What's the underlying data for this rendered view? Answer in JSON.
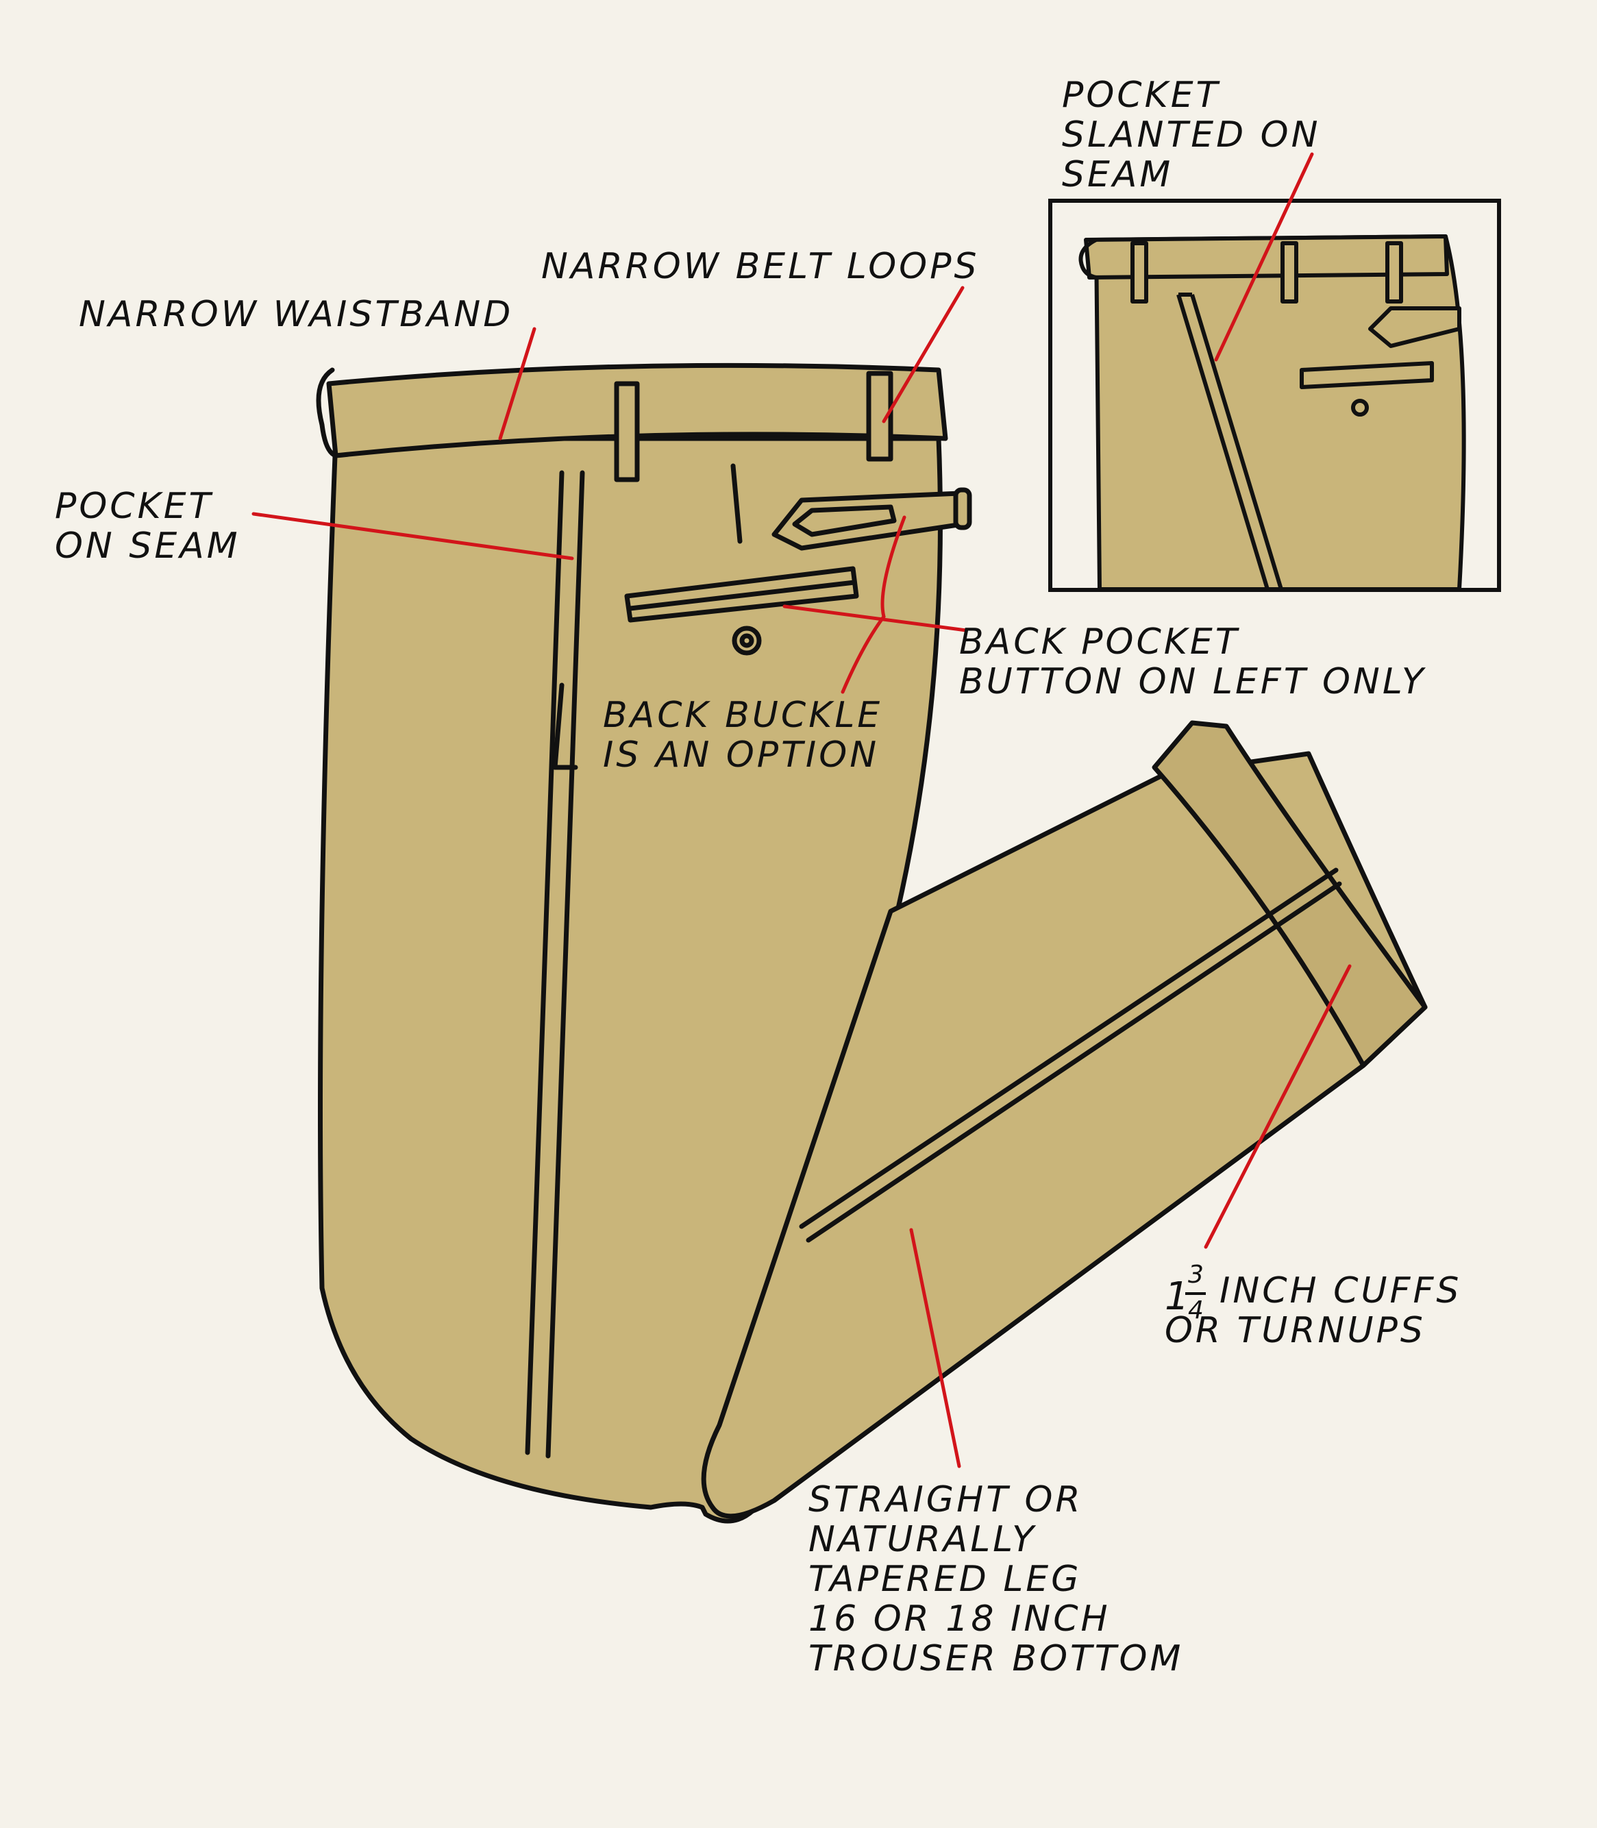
{
  "colors": {
    "paper": "#f5f2ea",
    "cloth": "#c9b57a",
    "cloth_shade": "#bfa96c",
    "ink": "#111111",
    "leader": "#d2141a"
  },
  "labels": {
    "pocket_slanted": [
      "POCKET",
      "SLANTED ON",
      "SEAM"
    ],
    "belt_loops": [
      "NARROW BELT LOOPS"
    ],
    "waistband": [
      "NARROW WAISTBAND"
    ],
    "pocket_on_seam": [
      "POCKET",
      "ON SEAM"
    ],
    "back_pocket": [
      "BACK POCKET",
      "BUTTON ON LEFT ONLY"
    ],
    "back_buckle": [
      "BACK BUCKLE",
      "IS AN OPTION"
    ],
    "cuffs_whole": "1",
    "cuffs_num": "3",
    "cuffs_den": "4",
    "cuffs": [
      "INCH CUFFS",
      "OR TURNUPS"
    ],
    "leg": [
      "STRAIGHT OR",
      "NATURALLY",
      "TAPERED LEG",
      "16 OR 18 INCH",
      "TROUSER BOTTOM"
    ]
  }
}
